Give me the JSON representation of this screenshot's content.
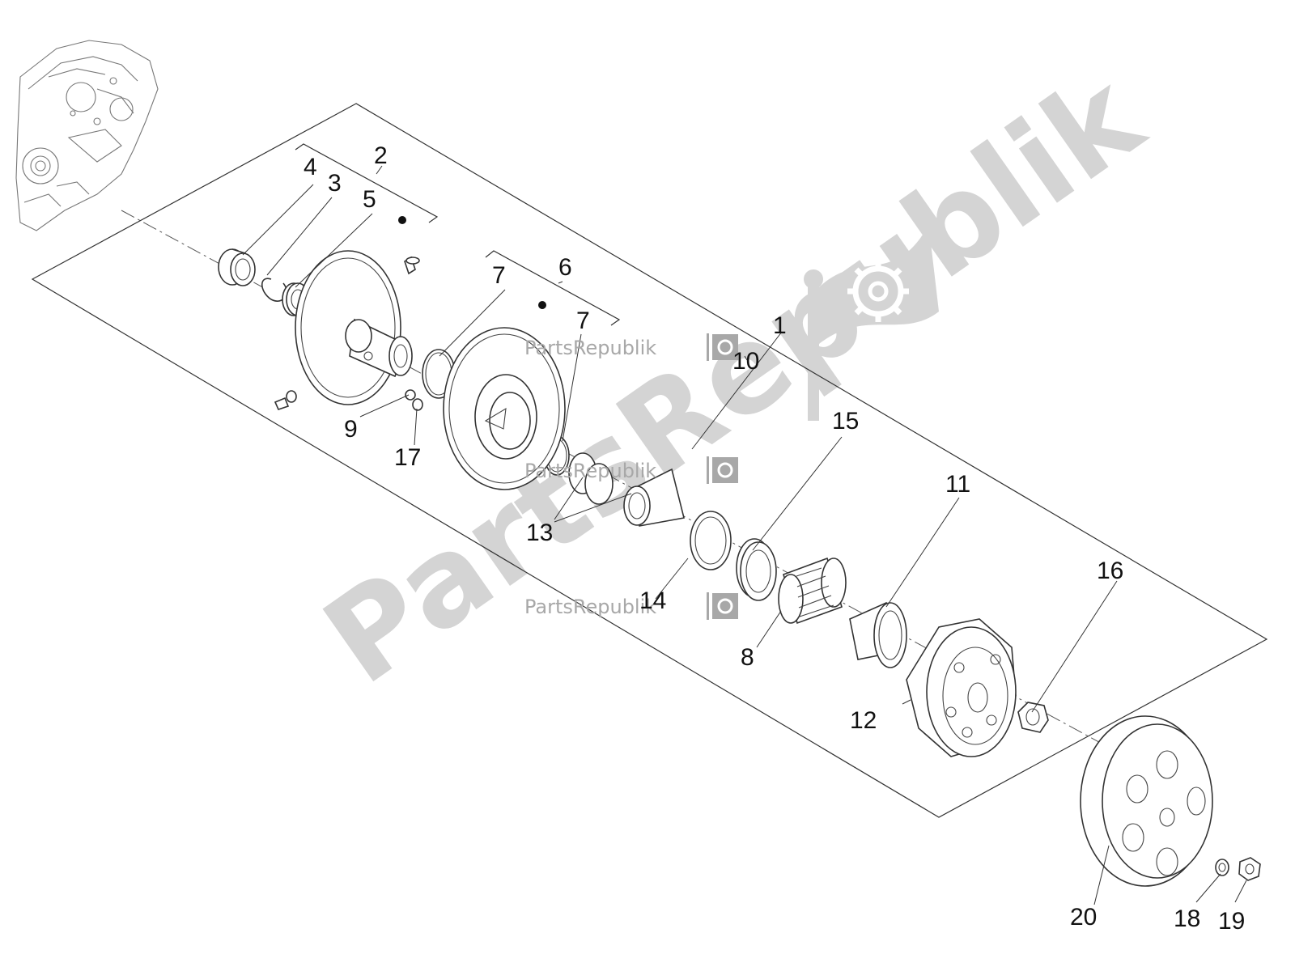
{
  "watermark": {
    "brand": "PartsRepublik"
  },
  "callouts": [
    {
      "label": "1"
    },
    {
      "label": "2"
    },
    {
      "label": "3"
    },
    {
      "label": "4"
    },
    {
      "label": "5"
    },
    {
      "label": "6"
    },
    {
      "label": "7"
    },
    {
      "label": "7"
    },
    {
      "label": "8"
    },
    {
      "label": "9"
    },
    {
      "label": "10"
    },
    {
      "label": "11"
    },
    {
      "label": "12"
    },
    {
      "label": "13"
    },
    {
      "label": "14"
    },
    {
      "label": "15"
    },
    {
      "label": "16"
    },
    {
      "label": "17"
    },
    {
      "label": "18"
    },
    {
      "label": "19"
    },
    {
      "label": "20"
    }
  ],
  "colors": {
    "line": "#333333",
    "watermark_light": "#d4d4d4",
    "watermark_text": "#a8a8a8"
  }
}
